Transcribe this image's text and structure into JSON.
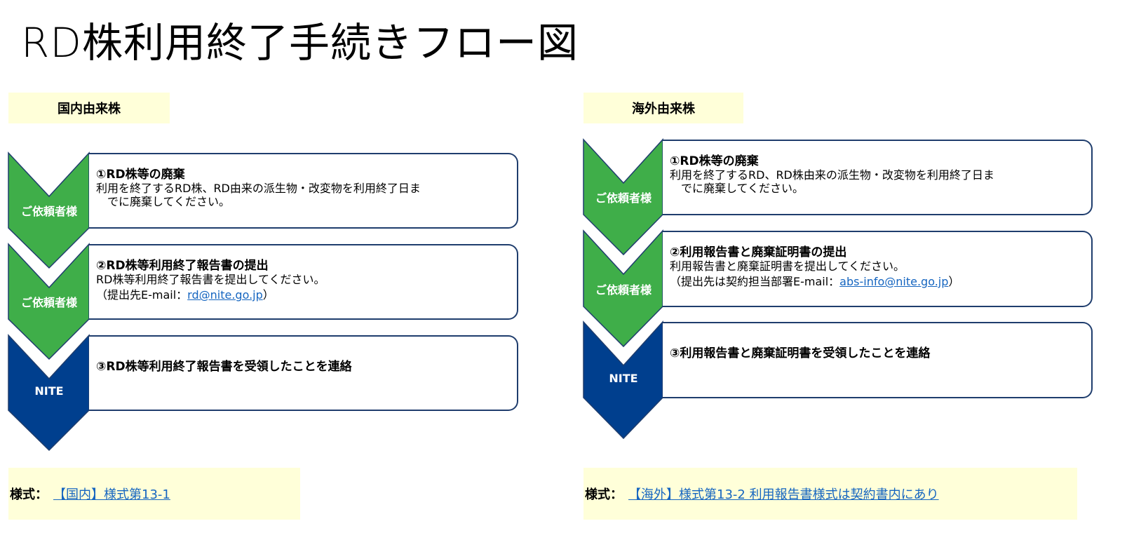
{
  "title": "RD株利用終了手続きフロー図",
  "domestic": {
    "header": "国内由来株",
    "steps": [
      {
        "actor": "ご依頼者様",
        "heading": "①RD株等の廃棄",
        "line1": "利用を終了するRD株、RD由来の派生物・改変物を利用終了日ま",
        "line2": "でに廃棄してください。"
      },
      {
        "actor": "ご依頼者様",
        "heading": "②RD株等利用終了報告書の提出",
        "line1": "RD株等利用終了報告書を提出してください。",
        "line2_prefix": "（提出先E-mail：",
        "email": "rd@nite.go.jp",
        "line2_suffix": "）"
      },
      {
        "actor": "NITE",
        "heading": "③RD株等利用終了報告書を受領したことを連絡"
      }
    ],
    "form_label": "様式：",
    "form_link": "【国内】様式第13-1"
  },
  "overseas": {
    "header": "海外由来株",
    "steps": [
      {
        "actor": "ご依頼者様",
        "heading": "①RD株等の廃棄",
        "line1": "利用を終了するRD、RD株由来の派生物・改変物を利用終了日ま",
        "line2": "でに廃棄してください。"
      },
      {
        "actor": "ご依頼者様",
        "heading": "②利用報告書と廃棄証明書の提出",
        "line1": "利用報告書と廃棄証明書を提出してください。",
        "line2_prefix": "（提出先は契約担当部署E-mail：",
        "email": "abs-info@nite.go.jp",
        "line2_suffix": "）"
      },
      {
        "actor": "NITE",
        "heading": "③利用報告書と廃棄証明書を受領したことを連絡"
      }
    ],
    "form_label": "様式：",
    "form_link": "【海外】様式第13-2 利用報告書様式は契約書内にあり"
  },
  "colors": {
    "green": "#3fae49",
    "navy": "#003f8e",
    "border": "#1f3d6d",
    "highlight": "#ffffd9"
  }
}
